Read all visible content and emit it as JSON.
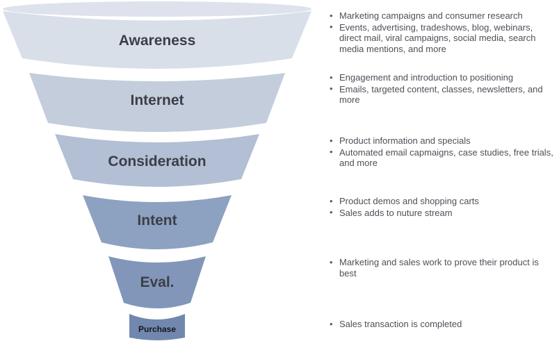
{
  "diagram": {
    "kind": "sales-marketing-funnel",
    "label_color": "#3c3e47",
    "note_text_color": "#4e5058",
    "mouth_interior_color": "#dde2ec",
    "stages": [
      {
        "label": "Awareness",
        "color": "#d9dfe9",
        "bullets": [
          "Marketing campaigns and consumer research",
          "Events, advertising, tradeshows, blog, webinars, direct mail, viral campaigns, social media, search media mentions, and more"
        ]
      },
      {
        "label": "Internet",
        "color": "#c4cddc",
        "bullets": [
          "Engagement and introduction to positioning",
          "Emails, targeted content, classes, newsletters, and more"
        ]
      },
      {
        "label": "Consideration",
        "color": "#b2bfd4",
        "bullets": [
          "Product information and specials",
          "Automated email capmaigns, case studies, free trials, and more"
        ]
      },
      {
        "label": "Intent",
        "color": "#8da1c1",
        "bullets": [
          "Product demos and shopping carts",
          "Sales adds to nuture stream"
        ]
      },
      {
        "label": "Eval.",
        "color": "#8296ba",
        "bullets": [
          "Marketing and sales work to prove their product is best"
        ]
      },
      {
        "label": "Purchase",
        "color": "#7187ae",
        "bullets": [
          "Sales transaction is completed"
        ]
      }
    ]
  }
}
